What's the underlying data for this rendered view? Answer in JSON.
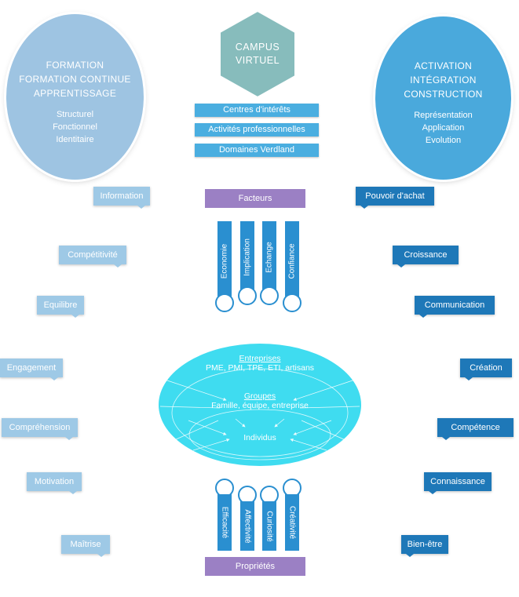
{
  "left_circle": {
    "titles": [
      "FORMATION",
      "FORMATION CONTINUE",
      "APPRENTISSAGE"
    ],
    "subs": [
      "Structurel",
      "Fonctionnel",
      "Identitaire"
    ]
  },
  "right_circle": {
    "titles": [
      "ACTIVATION",
      "INTÉGRATION",
      "CONSTRUCTION"
    ],
    "subs": [
      "Représentation",
      "Application",
      "Evolution"
    ]
  },
  "hexagon": {
    "lines": [
      "CAMPUS",
      "VIRTUEL"
    ]
  },
  "center_boxes": [
    "Centres d'intérêts",
    "Activités professionnelles",
    "Domaines Verdland"
  ],
  "factors_label": "Facteurs",
  "properties_label": "Propriétés",
  "top_pillars": [
    "Economie",
    "Implication",
    "Echange",
    "Confiance"
  ],
  "bottom_pillars": [
    "Efficacité",
    "Affectivité",
    "Curiosité",
    "Créativité"
  ],
  "left_tags": [
    "Information",
    "Compétitivité",
    "Equilibre",
    "Engagement",
    "Compréhension",
    "Motivation",
    "Maîtrise"
  ],
  "right_tags": [
    "Pouvoir d'achat",
    "Croissance",
    "Communication",
    "Création",
    "Compétence",
    "Connaissance",
    "Bien-être"
  ],
  "ellipse": {
    "outer_title": "Entreprises",
    "outer_sub": "PME, PMI, TPE, ETI, artisans",
    "middle_title": "Groupes",
    "middle_sub": "Famille, équipe, entreprise",
    "inner_title": "Individus"
  },
  "colors": {
    "left_circle": "#9ec4e2",
    "right_circle": "#4aa9dc",
    "hexagon": "#87bcbc",
    "center_box": "#4aaee0",
    "purple": "#9b80c4",
    "light_tag": "#9ec9e6",
    "dark_tag": "#1e78b8",
    "pillar": "#2a8fd0",
    "ellipse": "#3fdcf0"
  }
}
